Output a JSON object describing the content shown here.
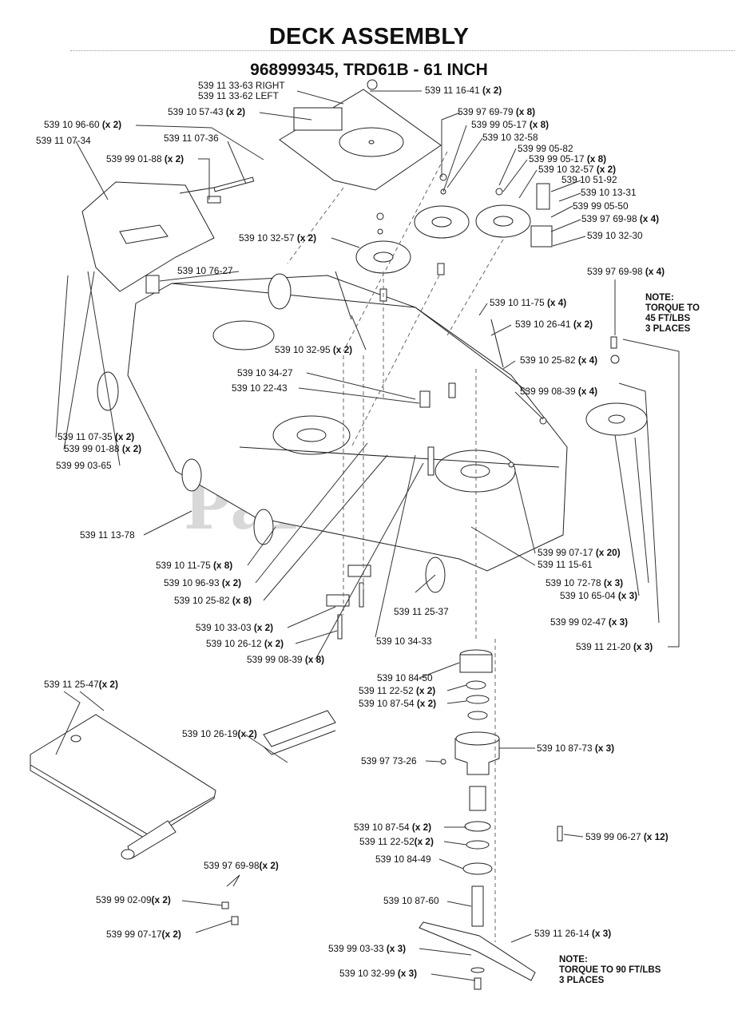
{
  "header": {
    "title": "DECK ASSEMBLY",
    "subtitle": "968999345, TRD61B - 61 INCH"
  },
  "watermark": "PartsTree",
  "labels": {
    "l01": {
      "part": "539 11 33-63 RIGHT",
      "qty": ""
    },
    "l02": {
      "part": "539 11 33-62 LEFT",
      "qty": ""
    },
    "l03": {
      "part": "539 11 16-41",
      "qty": "(x 2)"
    },
    "l04": {
      "part": "539 10 57-43",
      "qty": "(x 2)"
    },
    "l05": {
      "part": "539 10 96-60",
      "qty": "(x 2)"
    },
    "l06": {
      "part": "539 11 07-34",
      "qty": ""
    },
    "l07": {
      "part": "539 11 07-36",
      "qty": ""
    },
    "l08": {
      "part": "539 99 01-88",
      "qty": "(x 2)"
    },
    "l09": {
      "part": "539 97 69-79",
      "qty": "(x 8)"
    },
    "l10": {
      "part": "539 99 05-17",
      "qty": "(x 8)"
    },
    "l11": {
      "part": "539 10 32-58",
      "qty": ""
    },
    "l12": {
      "part": "539 99 05-82",
      "qty": ""
    },
    "l13": {
      "part": "539 99 05-17",
      "qty": "(x 8)"
    },
    "l14": {
      "part": "539 10 32-57",
      "qty": "(x 2)"
    },
    "l15": {
      "part": "539 10 51-92",
      "qty": ""
    },
    "l16": {
      "part": "539 10 13-31",
      "qty": ""
    },
    "l17": {
      "part": "539 99 05-50",
      "qty": ""
    },
    "l18": {
      "part": "539 97 69-98",
      "qty": "(x 4)"
    },
    "l19": {
      "part": "539 10 32-30",
      "qty": ""
    },
    "l20": {
      "part": "539 10 32-57",
      "qty": "(x 2)"
    },
    "l21": {
      "part": "539 10 76-27",
      "qty": ""
    },
    "l22": {
      "part": "539 97 69-98",
      "qty": "(x 4)"
    },
    "l23": {
      "part": "539 10 11-75",
      "qty": "(x 4)"
    },
    "l24": {
      "part": "539 10 26-41",
      "qty": "(x 2)"
    },
    "l25": {
      "part": "539 10 32-95",
      "qty": "(x 2)"
    },
    "l26": {
      "part": "539 10 25-82",
      "qty": "(x 4)"
    },
    "l27": {
      "part": "539 10 34-27",
      "qty": ""
    },
    "l28": {
      "part": "539 10 22-43",
      "qty": ""
    },
    "l29": {
      "part": "539 99 08-39",
      "qty": "(x 4)"
    },
    "l30": {
      "part": "539 11 07-35",
      "qty": "(x 2)"
    },
    "l31": {
      "part": "539 99 01-88",
      "qty": "(x 2)"
    },
    "l32": {
      "part": "539 99 03-65",
      "qty": ""
    },
    "l33": {
      "part": "539 11 13-78",
      "qty": ""
    },
    "l34": {
      "part": "539 99 07-17",
      "qty": "(x 20)"
    },
    "l35": {
      "part": "539 11 15-61",
      "qty": ""
    },
    "l36": {
      "part": "539 10 11-75",
      "qty": "(x 8)"
    },
    "l37": {
      "part": "539 10 96-93",
      "qty": "(x 2)"
    },
    "l38": {
      "part": "539 10 25-82",
      "qty": "(x 8)"
    },
    "l39": {
      "part": "539 10 72-78",
      "qty": "(x 3)"
    },
    "l40": {
      "part": "539 10 65-04",
      "qty": "(x 3)"
    },
    "l41": {
      "part": "539 11 25-37",
      "qty": ""
    },
    "l42": {
      "part": "539 10 33-03",
      "qty": "(x 2)"
    },
    "l43": {
      "part": "539 99 02-47",
      "qty": "(x 3)"
    },
    "l44": {
      "part": "539 10 26-12",
      "qty": "(x 2)"
    },
    "l45": {
      "part": "539 10 34-33",
      "qty": ""
    },
    "l46": {
      "part": "539 11 21-20",
      "qty": "(x 3)"
    },
    "l47": {
      "part": "539 99 08-39",
      "qty": "(x 8)"
    },
    "l48": {
      "part": "539 10 84-50",
      "qty": ""
    },
    "l49": {
      "part": "539 11 22-52",
      "qty": "(x 2)"
    },
    "l50": {
      "part": "539 10 87-54",
      "qty": "(x 2)"
    },
    "l51": {
      "part": "539 11 25-47",
      "qty": "(x 2)"
    },
    "l52": {
      "part": "539 10 26-19",
      "qty": "(x 2)"
    },
    "l53": {
      "part": "539 10 87-73",
      "qty": "(x 3)"
    },
    "l54": {
      "part": "539 97 73-26",
      "qty": ""
    },
    "l55": {
      "part": "539 10 87-54",
      "qty": "(x 2)"
    },
    "l56": {
      "part": "539 11 22-52",
      "qty": "(x 2)"
    },
    "l57": {
      "part": "539 99 06-27",
      "qty": "(x 12)"
    },
    "l58": {
      "part": "539 10 84-49",
      "qty": ""
    },
    "l59": {
      "part": "539 97 69-98",
      "qty": "(x 2)"
    },
    "l60": {
      "part": "539 99 02-09",
      "qty": "(x 2)"
    },
    "l61": {
      "part": "539 10 87-60",
      "qty": ""
    },
    "l62": {
      "part": "539 99 07-17",
      "qty": "(x 2)"
    },
    "l63": {
      "part": "539 11 26-14",
      "qty": "(x 3)"
    },
    "l64": {
      "part": "539 99 03-33",
      "qty": "(x 3)"
    },
    "l65": {
      "part": "539 10 32-99",
      "qty": "(x 3)"
    }
  },
  "notes": {
    "torque45": {
      "line1": "NOTE:",
      "line2": "TORQUE TO",
      "line3": "45 FT/LBS",
      "line4": "3 PLACES"
    },
    "torque90": {
      "line1": "NOTE:",
      "line2": "TORQUE TO 90 FT/LBS",
      "line3": "3 PLACES"
    }
  }
}
